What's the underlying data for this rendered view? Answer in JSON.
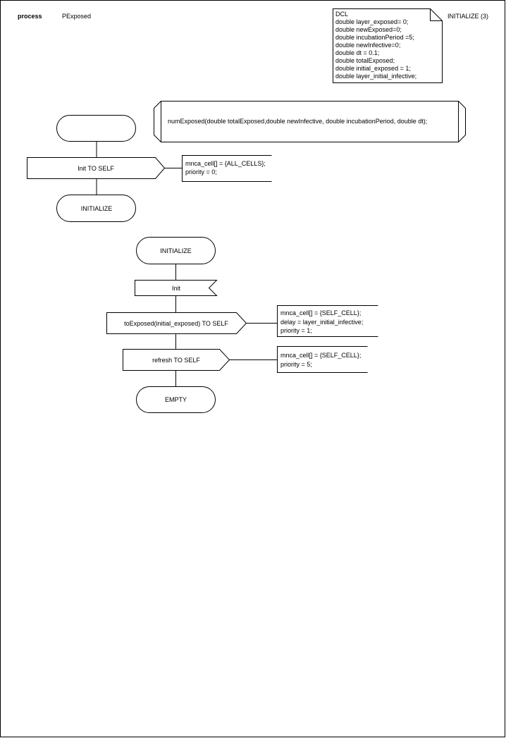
{
  "header": {
    "keyword": "process",
    "name": "PExposed",
    "page_label": "INITIALIZE (3)"
  },
  "declaration": {
    "lines": [
      "DCL",
      "double layer_exposed= 0;",
      "double newExposed=0;",
      "double incubationPeriod =5;",
      "double newInfective=0;",
      "double dt = 0.1;",
      "double totalExposed;",
      "double initial_exposed = 1;",
      "double layer_initial_infective;"
    ]
  },
  "procedure": {
    "signature": "numExposed(double totalExposed,double newInfective, double incubationPeriod, double dt);"
  },
  "start_flow": {
    "start_label": "",
    "output_label": "Init TO SELF",
    "output_comment": [
      "mnca_cell[] = {ALL_CELLS};",
      "priority = 0;"
    ],
    "next_state": "INITIALIZE"
  },
  "initialize_flow": {
    "state": "INITIALIZE",
    "input": "Init",
    "output1_label": "toExposed(initial_exposed) TO SELF",
    "output1_comment": [
      "mnca_cell[] = {SELF_CELL};",
      "delay = layer_initial_infective;",
      "priority = 1;"
    ],
    "output2_label": "refresh TO SELF",
    "output2_comment": [
      "mnca_cell[] = {SELF_CELL};",
      "priority = 5;"
    ],
    "next_state": "EMPTY"
  }
}
